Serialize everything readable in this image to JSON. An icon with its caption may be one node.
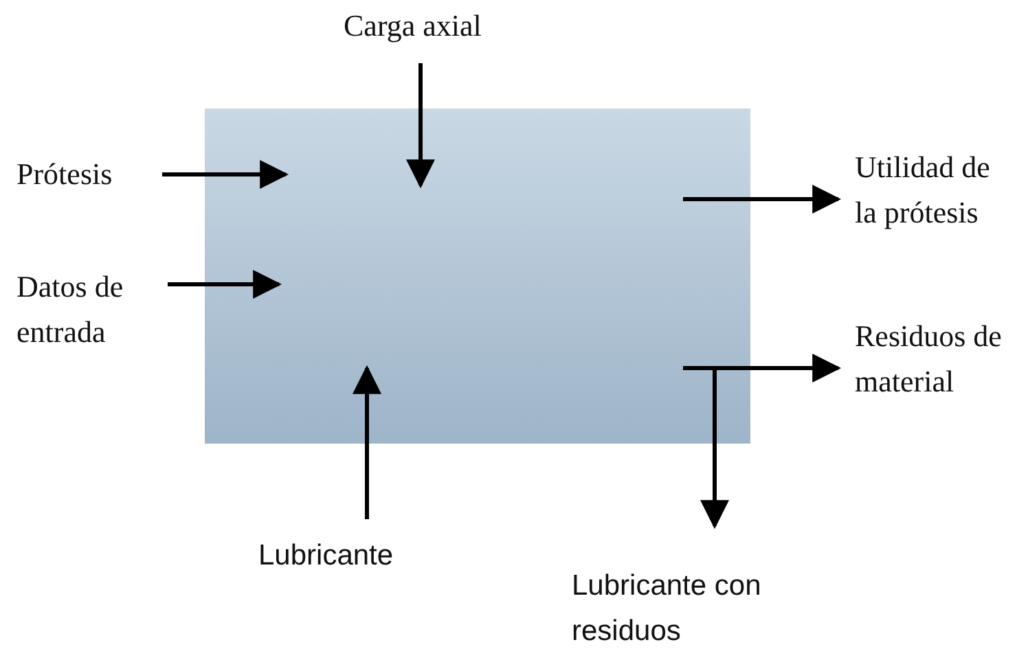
{
  "diagram": {
    "nodes": [
      {
        "text": [],
        "shape": "box"
      },
      {
        "text": [
          "Carga axial"
        ]
      },
      {
        "text": [
          "Prótesis"
        ]
      },
      {
        "text": [
          "Datos de entrada"
        ]
      },
      {
        "text": [
          "Utilidad de la prótesis"
        ]
      },
      {
        "text": [
          "Residuos de material"
        ]
      },
      {
        "text": [
          "Lubricante"
        ]
      },
      {
        "text": [
          "Lubricante con residuos"
        ]
      }
    ],
    "edges": [
      {
        "from": 1,
        "to": 0,
        "arrow": "to"
      },
      {
        "from": 2,
        "to": 0,
        "arrow": "to"
      },
      {
        "from": 3,
        "to": 0,
        "arrow": "to"
      },
      {
        "from": 6,
        "to": 0,
        "arrow": "to"
      },
      {
        "from": 0,
        "to": 4,
        "arrow": "to"
      },
      {
        "from": 0,
        "to": 5,
        "arrow": "to"
      },
      {
        "from": 0,
        "to": 7,
        "arrow": "to"
      }
    ]
  }
}
